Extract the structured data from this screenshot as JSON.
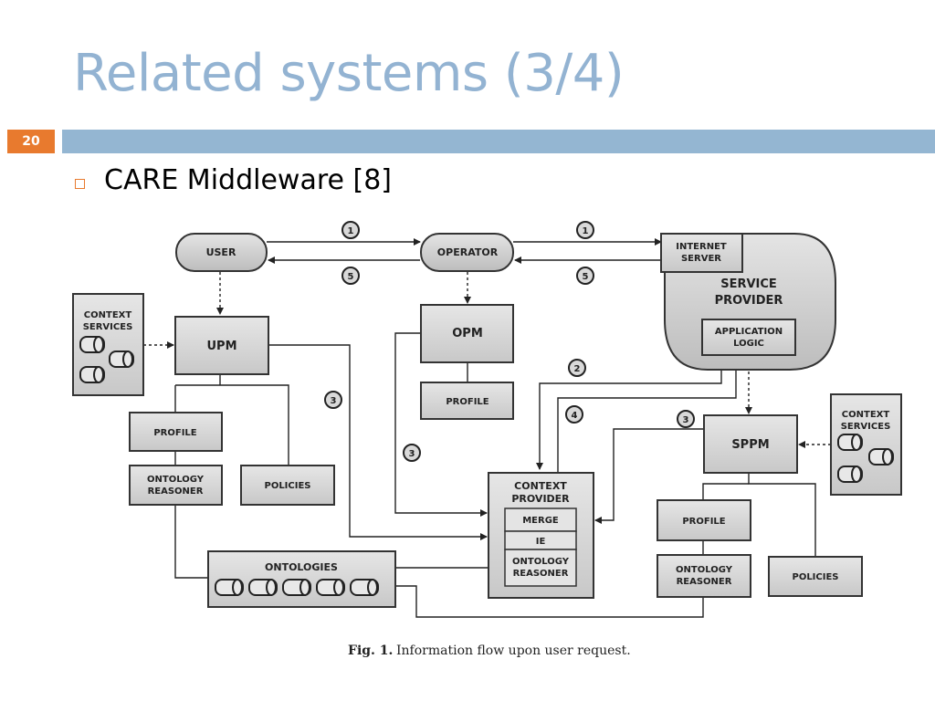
{
  "slide": {
    "title": "Related systems (3/4)",
    "page_number": "20",
    "bullet": "CARE Middleware [8]"
  },
  "diagram": {
    "nodes": {
      "user": "USER",
      "operator": "OPERATOR",
      "internet_server": [
        "INTERNET",
        "SERVER"
      ],
      "service_provider": [
        "SERVICE",
        "PROVIDER"
      ],
      "application_logic": [
        "APPLICATION",
        "LOGIC"
      ],
      "context_services_left": [
        "CONTEXT",
        "SERVICES"
      ],
      "context_services_right": [
        "CONTEXT",
        "SERVICES"
      ],
      "upm": "UPM",
      "opm": "OPM",
      "sppm": "SPPM",
      "profile_upm": "PROFILE",
      "profile_opm": "PROFILE",
      "profile_sppm": "PROFILE",
      "ontology_reasoner_upm": [
        "ONTOLOGY",
        "REASONER"
      ],
      "ontology_reasoner_sppm": [
        "ONTOLOGY",
        "REASONER"
      ],
      "policies_upm": "POLICIES",
      "policies_sppm": "POLICIES",
      "ontologies": "ONTOLOGIES",
      "context_provider": [
        "CONTEXT",
        "PROVIDER"
      ],
      "merge": "MERGE",
      "ie": "IE",
      "ontology_reasoner_cp": [
        "ONTOLOGY",
        "REASONER"
      ]
    },
    "step_markers": [
      "1",
      "5",
      "1",
      "5",
      "2",
      "4",
      "3",
      "3",
      "3"
    ],
    "caption_label": "Fig. 1.",
    "caption_text": "Information flow upon user request."
  },
  "colors": {
    "title": "#93b3d2",
    "accent": "#e87a2e",
    "rule": "#94b6d2",
    "box_fill": "#d9d9d9",
    "box_stroke": "#333333"
  }
}
